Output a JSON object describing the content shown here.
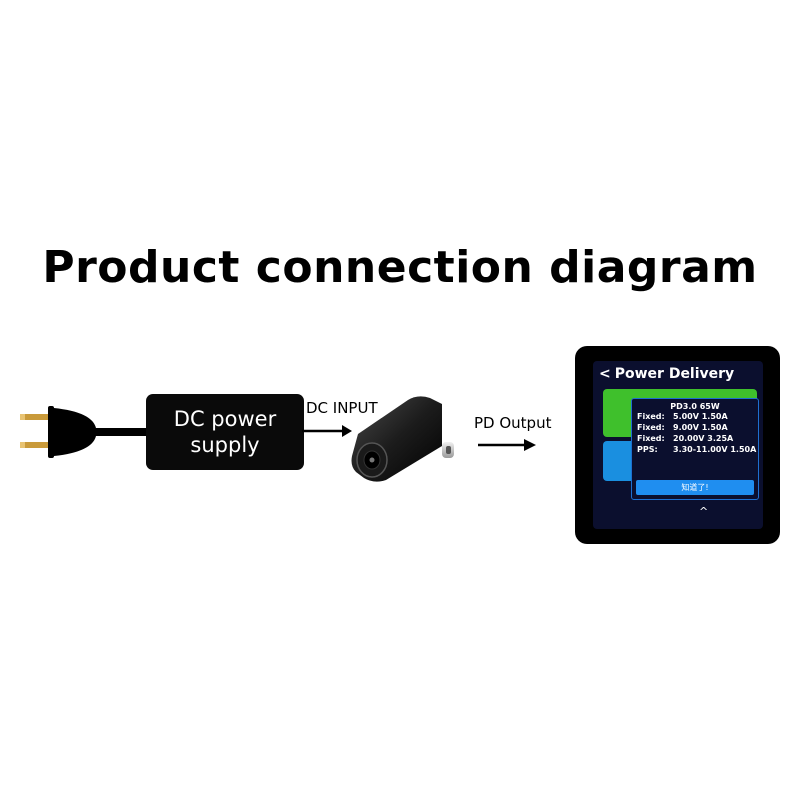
{
  "title": "Product connection diagram",
  "power_supply": {
    "line1": "DC power",
    "line2": "supply"
  },
  "labels": {
    "dc_input": "DC INPUT",
    "pd_output": "PD Output"
  },
  "screen": {
    "title": "Power Delivery",
    "back_glyph": "<",
    "popup": {
      "header": "PD3.0 65W",
      "rows": [
        {
          "label": "Fixed:",
          "value": "5.00V 1.50A"
        },
        {
          "label": "Fixed:",
          "value": "9.00V 1.50A"
        },
        {
          "label": "Fixed:",
          "value": "20.00V 3.25A"
        },
        {
          "label": "PPS:",
          "value": "3.30-11.00V 1.50A"
        }
      ],
      "button": "知道了!"
    },
    "caret": "^",
    "colors": {
      "green": "#3fc02c",
      "blue": "#1a8fe0",
      "background": "#0b0f2e"
    }
  },
  "icons": [
    "plug-icon",
    "usb-c-adapter-icon"
  ]
}
